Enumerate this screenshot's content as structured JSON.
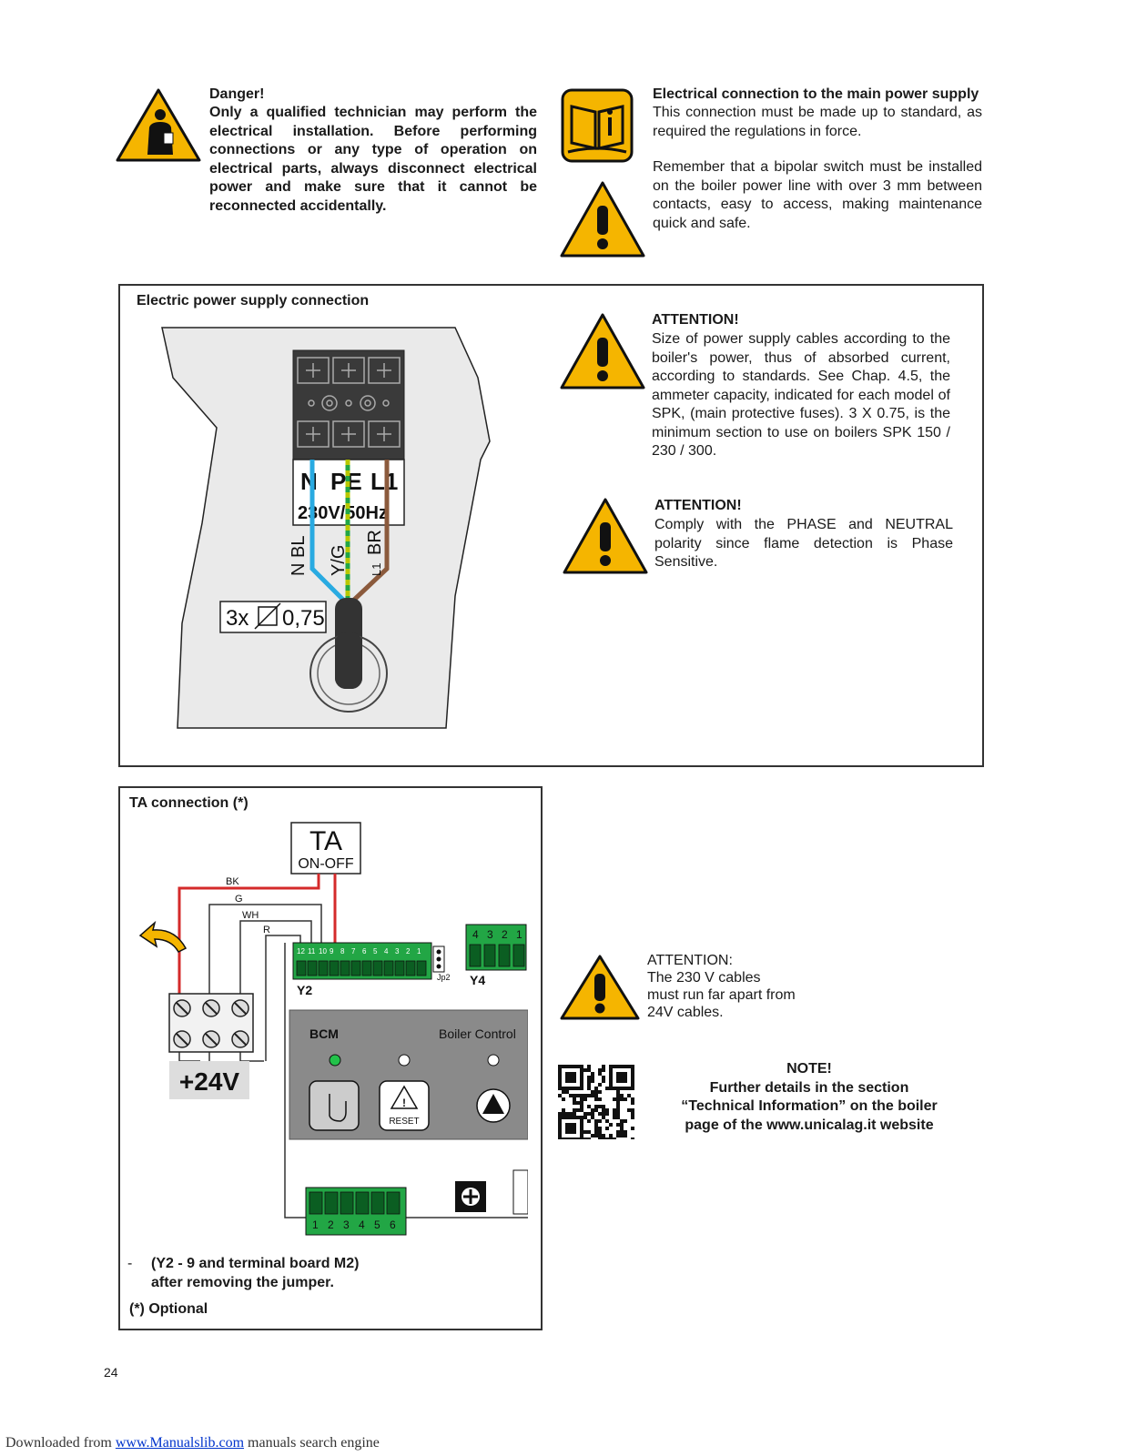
{
  "danger": {
    "title": "Danger!",
    "body": "Only a qualified technician may perform the electrical installation. Before performing connections or any type of operation on electrical parts, always disconnect electrical power and make sure that it cannot be reconnected accidentally."
  },
  "mains": {
    "title": "Electrical connection to the main power supply",
    "p1": "This connection must be made up to standard, as required the regulations in force.",
    "p2": "Remember that a bipolar switch must be installed on the boiler power line with over 3 mm between contacts, easy to access, making maintenance quick and safe."
  },
  "power_section": {
    "title": "Electric power supply connection",
    "terminal_labels": [
      "N",
      "PE",
      "L1"
    ],
    "voltage": "230V/50Hz",
    "wire_labels": [
      "N BL",
      "Y/G",
      "BR"
    ],
    "wire_l1_prefix": "L1",
    "cable_spec": "3x",
    "cable_size": "0,75",
    "attention1_title": "ATTENTION!",
    "attention1_body": "Size of power supply cables according to the boiler's power, thus of absorbed current, according to standards. See Chap. 4.5, the ammeter capacity, indicated for each model of SPK, (main protective fuses). 3 X 0.75, is the minimum section to use on boilers SPK 150 / 230 / 300.",
    "attention2_title": "ATTENTION!",
    "attention2_body": "Comply with the PHASE and NEUTRAL polarity since flame detection is Phase Sensitive."
  },
  "ta_section": {
    "title": "TA connection (*)",
    "ta_label": "TA",
    "ta_sub": "ON-OFF",
    "wires": [
      "BK",
      "G",
      "WH",
      "R"
    ],
    "y2_pins": [
      "12",
      "11",
      "10",
      "9",
      "8",
      "7",
      "6",
      "5",
      "4",
      "3",
      "2",
      "1"
    ],
    "y2_label": "Y2",
    "jp2_label": "Jp2",
    "y4_pins": [
      "4",
      "3",
      "2",
      "1"
    ],
    "y4_label": "Y4",
    "voltage_label": "+24V",
    "bcm_label": "BCM",
    "boiler_control_label": "Boiler Control",
    "reset_label": "RESET",
    "bottom_pins": [
      "1",
      "2",
      "3",
      "4",
      "5",
      "6"
    ],
    "note_dash": "-",
    "note_line1": "(Y2 - 9 and terminal board M2)",
    "note_line2": "after removing the jumper.",
    "optional": "(*) Optional"
  },
  "attention3": {
    "title": "ATTENTION:",
    "line1": "The 230 V cables",
    "line2": "must run far apart from",
    "line3": "24V cables."
  },
  "note": {
    "title": "NOTE!",
    "line1": "Further details in the section",
    "line2": "“Technical Information” on the boiler",
    "line3": "page of the www.unicalag.it website"
  },
  "page_number": "24",
  "footer": {
    "prefix": "Downloaded from ",
    "link": "www.Manualslib.com",
    "suffix": " manuals search engine"
  },
  "colors": {
    "warning_yellow": "#f5b500",
    "terminal_green": "#22a645",
    "wire_blue": "#29aae1",
    "wire_brown": "#8b5a3c",
    "wire_red": "#d42a2a"
  }
}
